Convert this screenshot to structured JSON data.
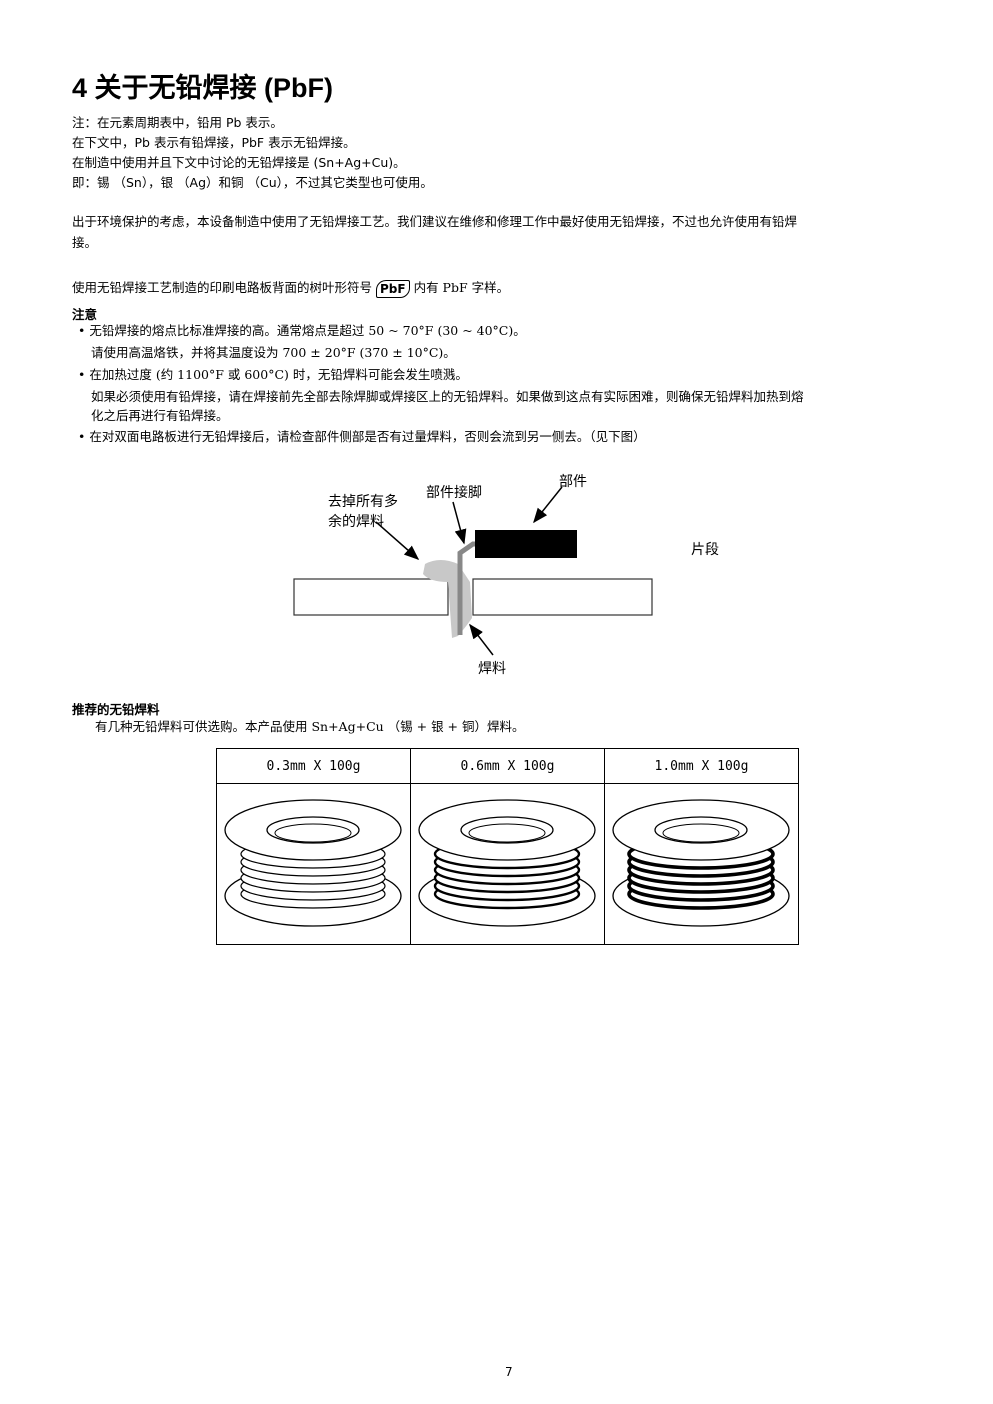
{
  "title": "4   关于无铅焊接 (PbF)",
  "notes": [
    "注：在元素周期表中，铅用 Pb 表示。",
    "在下文中，Pb 表示有铅焊接，PbF 表示无铅焊接。",
    "在制造中使用并且下文中讨论的无铅焊接是 (Sn+Ag+Cu)。",
    "即：锡 （Sn），银 （Ag）和铜 （Cu），不过其它类型也可使用。"
  ],
  "para1_line1": "出于环境保护的考虑，本设备制造中使用了无铅焊接工艺。我们建议在维修和修理工作中最好使用无铅焊接，不过也允许使用有铅焊",
  "para1_line2": "接。",
  "para2_before": "使用无铅焊接工艺制造的印刷电路板背面的树叶形符号",
  "pbf_symbol": "PbF",
  "para2_after": "内有 PbF 字样。",
  "caution_title": "注意",
  "caution_lines": [
    "• 无铅焊接的熔点比标准焊接的高。通常熔点是超过 50 ~ 70°F (30 ~ 40°C)。",
    "请使用高温烙铁，并将其温度设为 700 ± 20°F (370 ± 10°C)。",
    "• 在加热过度 (约 1100°F 或 600°C) 时，无铅焊料可能会发生喷溅。",
    "如果必须使用有铅焊接，请在焊接前先全部去除焊脚或焊接区上的无铅焊料。如果做到这点有实际困难，则确保无铅焊料加热到熔",
    "化之后再进行有铅焊接。",
    "• 在对双面电路板进行无铅焊接后，请检查部件侧部是否有过量焊料，否则会流到另一侧去。（见下图）"
  ],
  "diagram": {
    "remove_excess_1": "去掉所有多",
    "remove_excess_2": "余的焊料",
    "lead": "部件接脚",
    "component": "部件",
    "segment": "片段",
    "solder": "焊料"
  },
  "rec_title": "推荐的无铅焊料",
  "rec_text": "有几种无铅焊料可供选购。本产品使用 Sn+Ag+Cu （锡 + 银 + 铜）焊料。",
  "solder_sizes": [
    "0.3mm X 100g",
    "0.6mm X 100g",
    "1.0mm X 100g"
  ],
  "page_number": "7"
}
